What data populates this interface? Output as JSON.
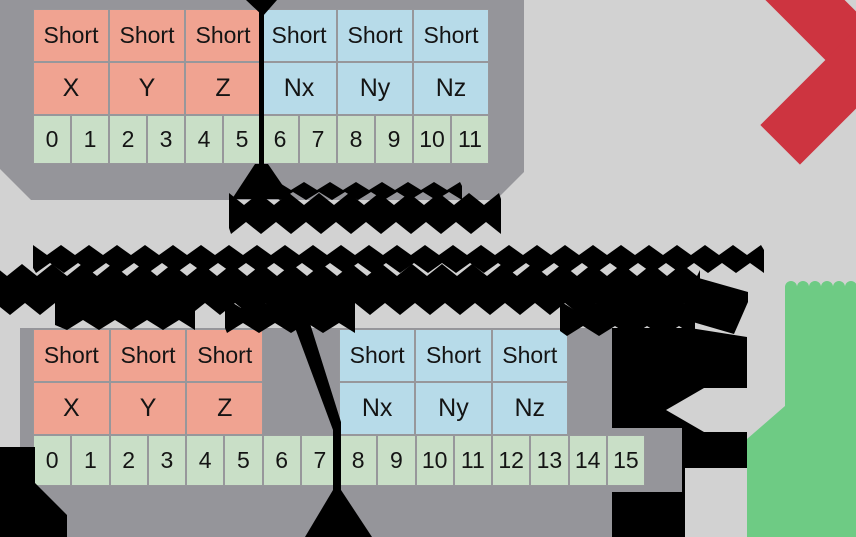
{
  "colors": {
    "background": "#d2d2d2",
    "panel": "#95959a",
    "cell_position": "#f0a391",
    "cell_normal": "#b7dbe9",
    "cell_byte": "#c9dfc7",
    "cell_border": "#97979b",
    "text": "#141414",
    "x_mark": "#cd3440",
    "checkmark": "#6ecb84",
    "annotation": "#000000"
  },
  "misaligned_table": {
    "types": [
      "Short",
      "Short",
      "Short",
      "Short",
      "Short",
      "Short"
    ],
    "attributes": [
      "X",
      "Y",
      "Z",
      "Nx",
      "Ny",
      "Nz"
    ],
    "bytes": [
      "0",
      "1",
      "2",
      "3",
      "4",
      "5",
      "6",
      "7",
      "8",
      "9",
      "10",
      "11"
    ]
  },
  "aligned_table": {
    "position_types": [
      "Short",
      "Short",
      "Short"
    ],
    "position_attributes": [
      "X",
      "Y",
      "Z"
    ],
    "normal_types": [
      "Short",
      "Short",
      "Short"
    ],
    "normal_attributes": [
      "Nx",
      "Ny",
      "Nz"
    ],
    "bytes": [
      "0",
      "1",
      "2",
      "3",
      "4",
      "5",
      "6",
      "7",
      "8",
      "9",
      "10",
      "11",
      "12",
      "13",
      "14",
      "15"
    ]
  },
  "indicators": {
    "misaligned_icon": "x-mark",
    "aligned_icon": "checkmark"
  },
  "redacted_captions": [
    "caption-under-misaligned-table",
    "paragraph-between-tables",
    "annotation-right-of-aligned-table",
    "annotation-bottom-left",
    "annotation-byte-boundary"
  ]
}
